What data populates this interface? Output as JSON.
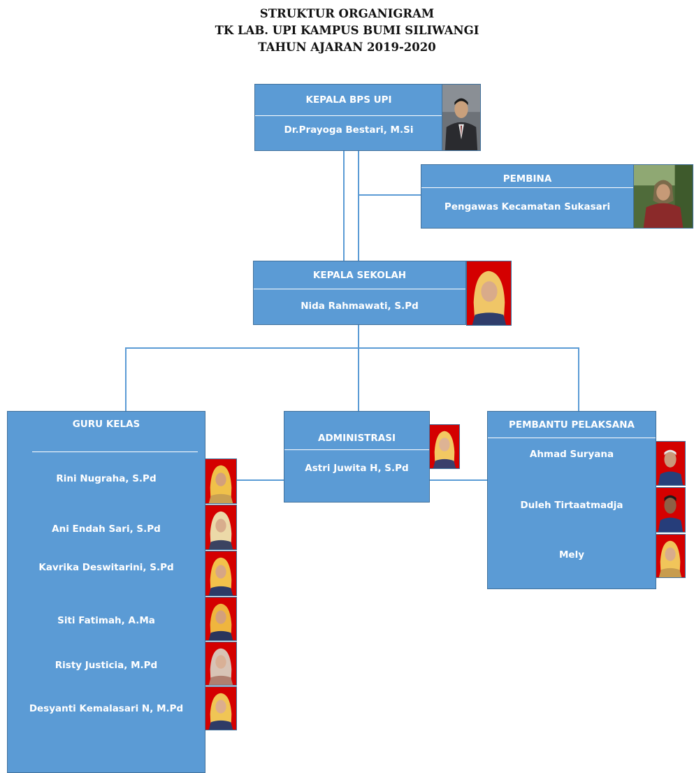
{
  "title": {
    "line1": "STRUKTUR ORGANIGRAM",
    "line2": "TK LAB. UPI KAMPUS BUMI SILIWANGI",
    "line3": "TAHUN AJARAN 2019-2020"
  },
  "kepala_bps": {
    "role": "KEPALA  BPS UPI",
    "name": "Dr.Prayoga Bestari, M.Si"
  },
  "pembina": {
    "role": "PEMBINA",
    "name": "Pengawas Kecamatan Sukasari"
  },
  "kepala_sekolah": {
    "role": "KEPALA SEKOLAH",
    "name": "Nida Rahmawati, S.Pd"
  },
  "guru_kelas": {
    "role": "GURU KELAS",
    "members": [
      "Rini Nugraha, S.Pd",
      "Ani Endah Sari, S.Pd",
      "Kavrika Deswitarini, S.Pd",
      "Siti Fatimah, A.Ma",
      "Risty Justicia, M.Pd",
      "Desyanti Kemalasari N, M.Pd"
    ]
  },
  "administrasi": {
    "role": "ADMINISTRASI",
    "name": "Astri Juwita H, S.Pd"
  },
  "pembantu_pelaksana": {
    "role": "PEMBANTU PELAKSANA",
    "members": [
      "Ahmad Suryana",
      "Duleh Tirtaatmadja",
      "Mely"
    ]
  },
  "colors": {
    "box_fill": "#5b9bd5",
    "box_border": "#41719c",
    "photo_red_bg": "#d40000",
    "text": "#ffffff"
  }
}
